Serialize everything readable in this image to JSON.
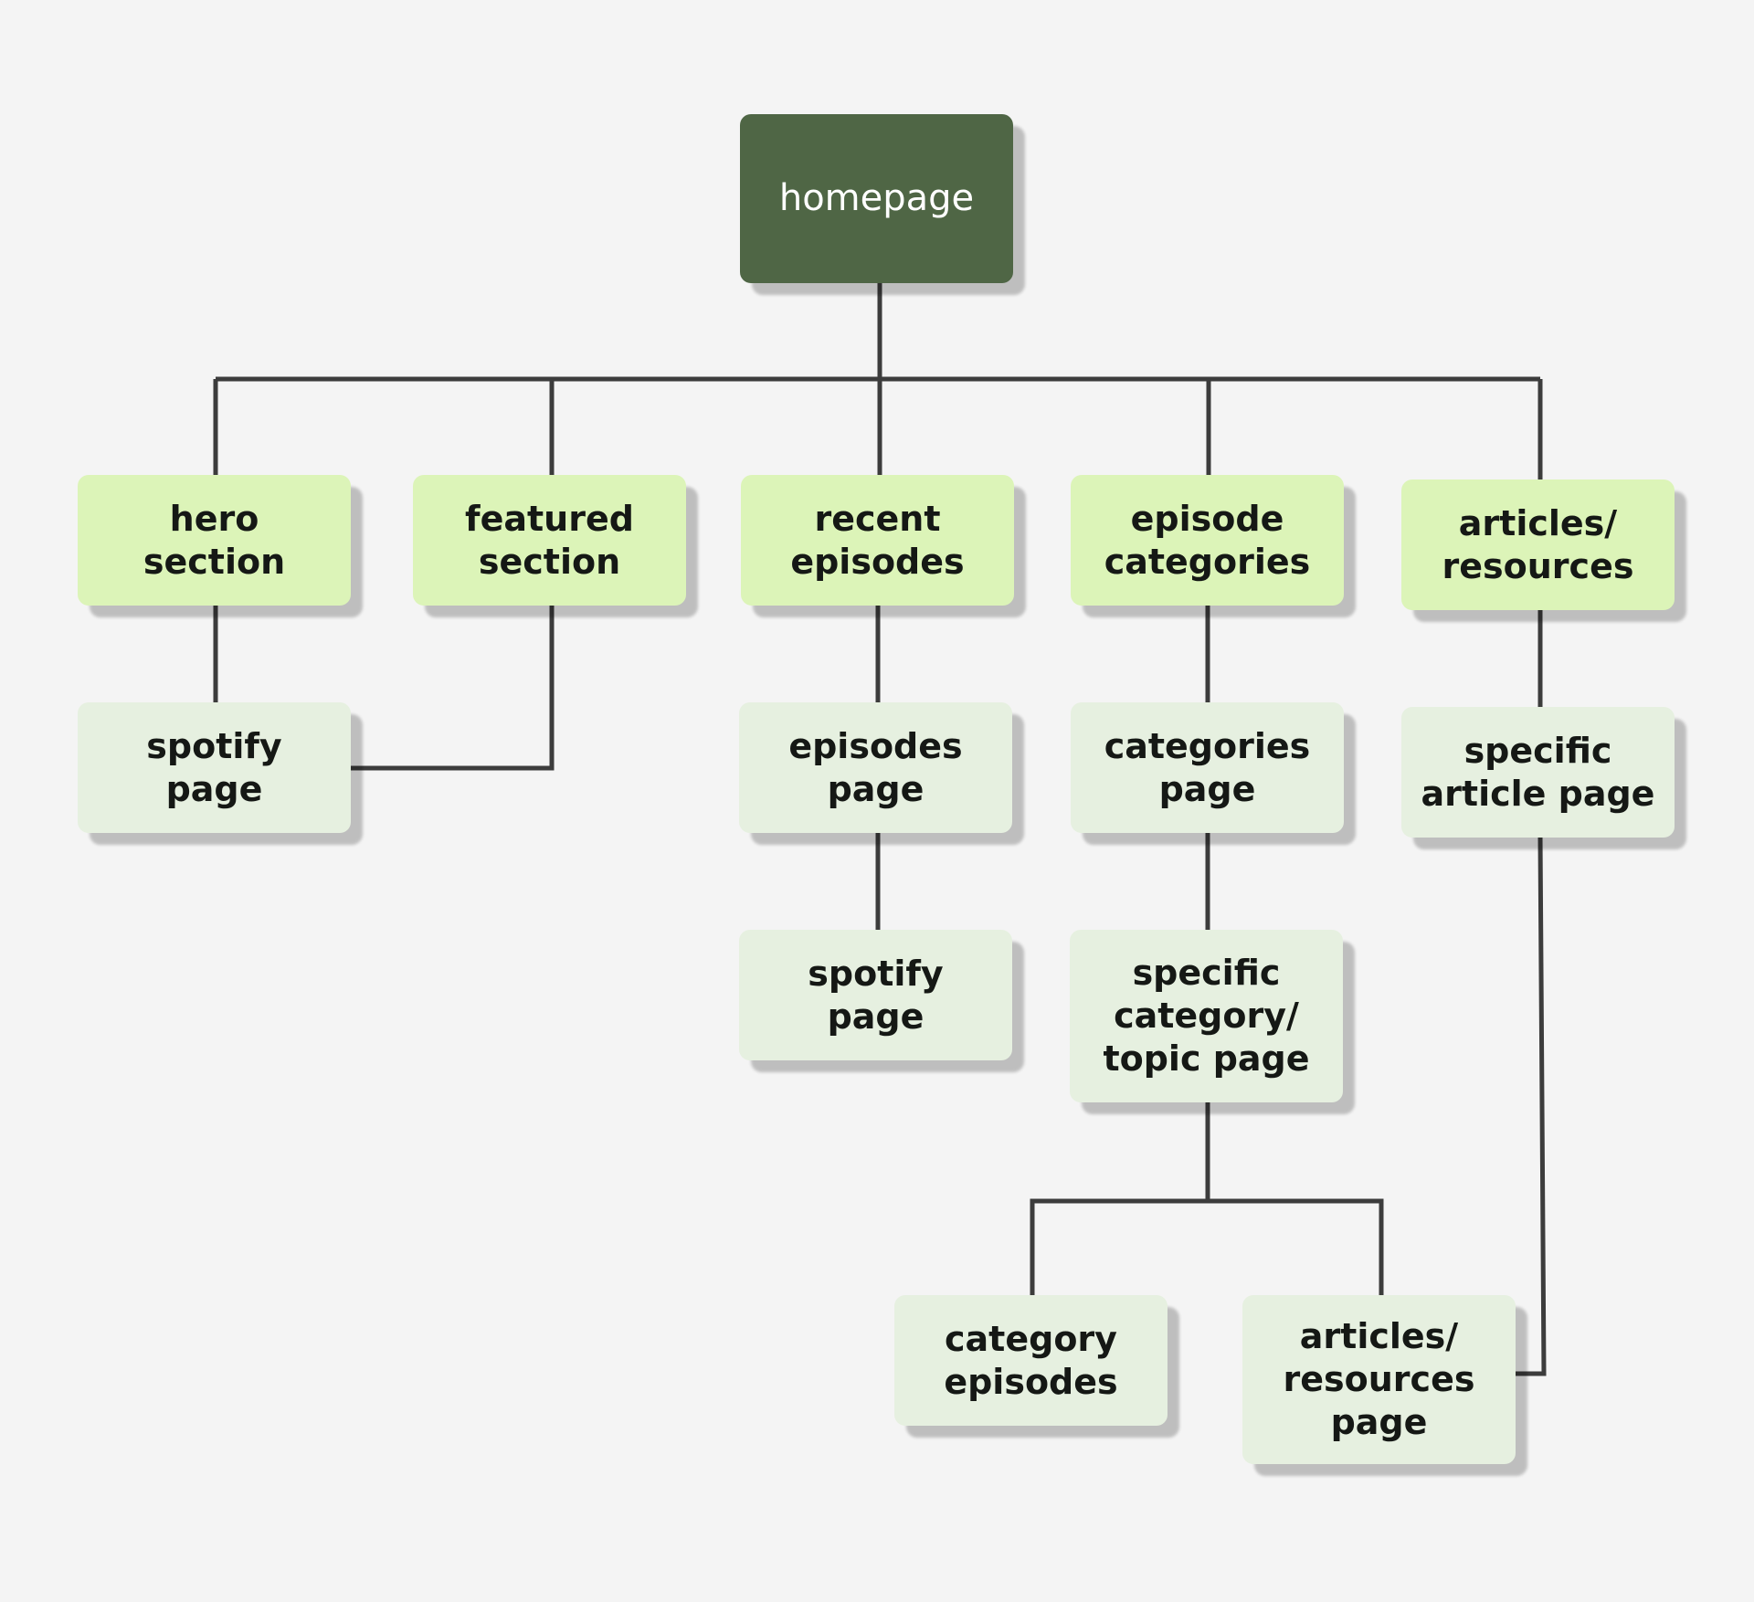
{
  "diagram": {
    "root": {
      "label": "homepage"
    },
    "sections": [
      {
        "id": "hero",
        "label": "hero\nsection"
      },
      {
        "id": "featured",
        "label": "featured\nsection"
      },
      {
        "id": "recent",
        "label": "recent\nepisodes"
      },
      {
        "id": "episode-categories",
        "label": "episode\ncategories"
      },
      {
        "id": "articles",
        "label": "articles/\nresources"
      }
    ],
    "pages": [
      {
        "id": "spotify-1",
        "label": "spotify\npage"
      },
      {
        "id": "episodes-page",
        "label": "episodes\npage"
      },
      {
        "id": "spotify-2",
        "label": "spotify\npage"
      },
      {
        "id": "categories-page",
        "label": "categories\npage"
      },
      {
        "id": "specific-category",
        "label": "specific\ncategory/\ntopic page"
      },
      {
        "id": "category-episodes",
        "label": "category\nepisodes"
      },
      {
        "id": "articles-page",
        "label": "articles/\nresources\npage"
      },
      {
        "id": "specific-article",
        "label": "specific\narticle page"
      }
    ],
    "links": [
      {
        "from": "homepage",
        "to": "hero"
      },
      {
        "from": "homepage",
        "to": "featured"
      },
      {
        "from": "homepage",
        "to": "recent"
      },
      {
        "from": "homepage",
        "to": "episode-categories"
      },
      {
        "from": "homepage",
        "to": "articles"
      },
      {
        "from": "hero",
        "to": "spotify-1"
      },
      {
        "from": "featured",
        "to": "spotify-1"
      },
      {
        "from": "recent",
        "to": "episodes-page"
      },
      {
        "from": "episodes-page",
        "to": "spotify-2"
      },
      {
        "from": "episode-categories",
        "to": "categories-page"
      },
      {
        "from": "categories-page",
        "to": "specific-category"
      },
      {
        "from": "specific-category",
        "to": "category-episodes"
      },
      {
        "from": "specific-category",
        "to": "articles-page"
      },
      {
        "from": "articles",
        "to": "specific-article"
      },
      {
        "from": "specific-article",
        "to": "articles-page"
      }
    ],
    "colors": {
      "background": "#f4f4f4",
      "root_fill": "#4f6645",
      "section_fill": "#dcf4b8",
      "page_fill": "#e6f0e0",
      "connector": "#3c3c3c"
    }
  }
}
